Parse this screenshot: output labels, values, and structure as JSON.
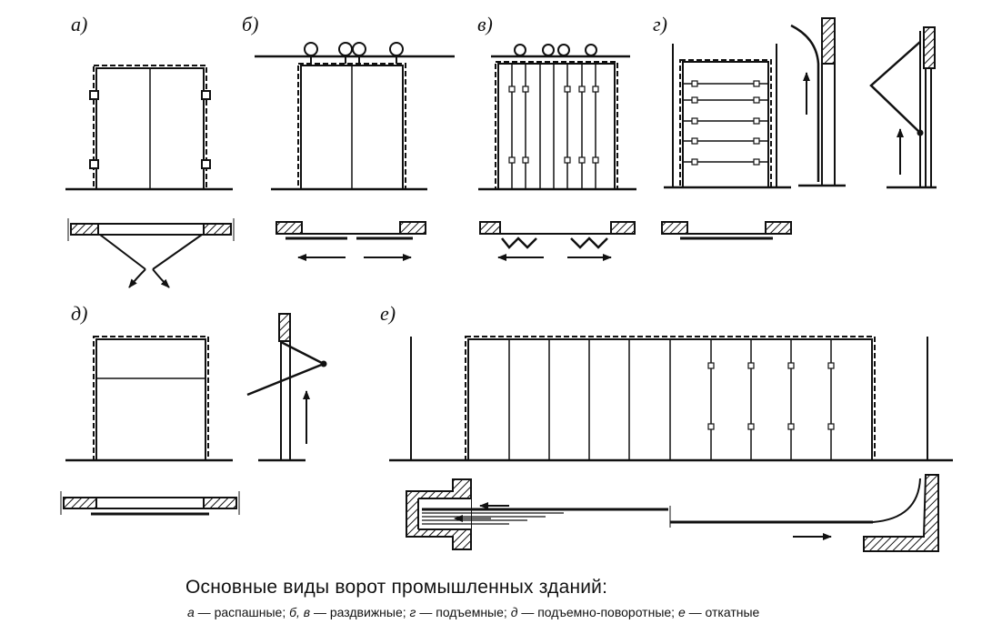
{
  "labels": {
    "a": "а)",
    "b": "б)",
    "v": "в)",
    "g": "г)",
    "d": "д)",
    "e": "е)"
  },
  "caption": {
    "title": "Основные виды ворот промышленных зданий:",
    "items": [
      {
        "key": "а",
        "sep": " — ",
        "text": "распашные; "
      },
      {
        "key": "б, в",
        "sep": " — ",
        "text": "раздвижные; "
      },
      {
        "key": "г",
        "sep": " — ",
        "text": "подъемные; "
      },
      {
        "key": "д",
        "sep": " — ",
        "text": "подъемно-поворотные; "
      },
      {
        "key": "е",
        "sep": " — ",
        "text": "откатные"
      }
    ]
  },
  "colors": {
    "ink": "#111111",
    "paper": "#ffffff"
  }
}
